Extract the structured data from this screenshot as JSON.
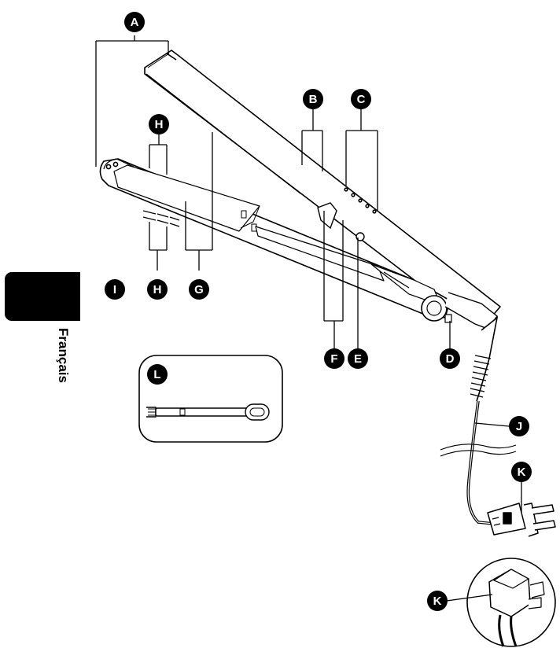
{
  "language_tab": {
    "label": "Français"
  },
  "callouts": [
    {
      "id": "A",
      "letter": "A"
    },
    {
      "id": "B",
      "letter": "B"
    },
    {
      "id": "C",
      "letter": "C"
    },
    {
      "id": "D",
      "letter": "D"
    },
    {
      "id": "E",
      "letter": "E"
    },
    {
      "id": "F",
      "letter": "F"
    },
    {
      "id": "G",
      "letter": "G"
    },
    {
      "id": "H-top",
      "letter": "H"
    },
    {
      "id": "H-bottom",
      "letter": "H"
    },
    {
      "id": "I",
      "letter": "I"
    },
    {
      "id": "J",
      "letter": "J"
    },
    {
      "id": "K-plug",
      "letter": "K"
    },
    {
      "id": "K-uk-plug",
      "letter": "K"
    },
    {
      "id": "L",
      "letter": "L"
    }
  ],
  "colors": {
    "ink": "#000000",
    "paper": "#ffffff",
    "tab": "#000000"
  }
}
